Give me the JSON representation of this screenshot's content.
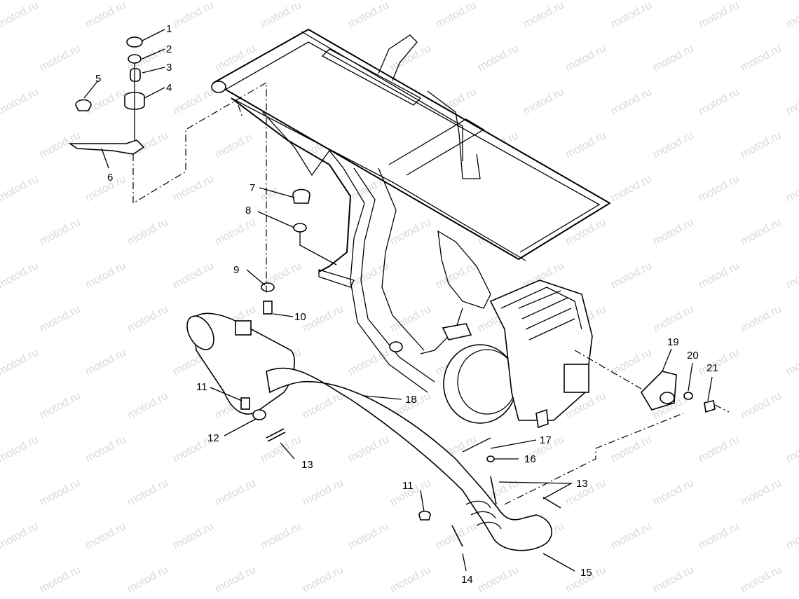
{
  "watermark": "motod.ru",
  "callouts": [
    {
      "id": "c1",
      "label": "1"
    },
    {
      "id": "c2",
      "label": "2"
    },
    {
      "id": "c3",
      "label": "3"
    },
    {
      "id": "c4",
      "label": "4"
    },
    {
      "id": "c5",
      "label": "5"
    },
    {
      "id": "c6",
      "label": "6"
    },
    {
      "id": "c7",
      "label": "7"
    },
    {
      "id": "c8",
      "label": "8"
    },
    {
      "id": "c9",
      "label": "9"
    },
    {
      "id": "c10",
      "label": "10"
    },
    {
      "id": "c11a",
      "label": "11"
    },
    {
      "id": "c12",
      "label": "12"
    },
    {
      "id": "c13a",
      "label": "13"
    },
    {
      "id": "c18",
      "label": "18"
    },
    {
      "id": "c17",
      "label": "17"
    },
    {
      "id": "c16",
      "label": "16"
    },
    {
      "id": "c13b",
      "label": "13"
    },
    {
      "id": "c11b",
      "label": "11"
    },
    {
      "id": "c14",
      "label": "14"
    },
    {
      "id": "c15",
      "label": "15"
    },
    {
      "id": "c19",
      "label": "19"
    },
    {
      "id": "c20",
      "label": "20"
    },
    {
      "id": "c21",
      "label": "21"
    }
  ]
}
